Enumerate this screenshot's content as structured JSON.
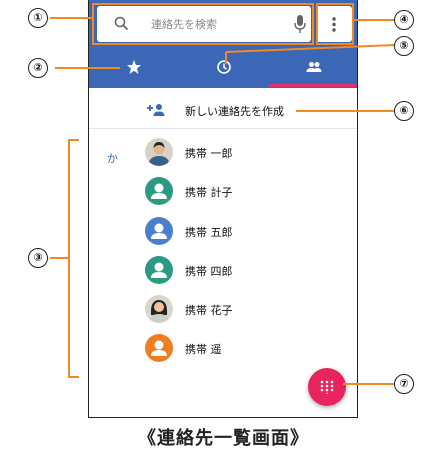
{
  "search": {
    "placeholder": "連絡先を検索"
  },
  "new_contact": {
    "label": "新しい連絡先を作成"
  },
  "section_letter": "か",
  "contacts": [
    {
      "name": "携帯 一郎",
      "avatar_type": "photo-man"
    },
    {
      "name": "携帯 計子",
      "avatar_type": "default",
      "color": "#2b9a83"
    },
    {
      "name": "携帯 五郎",
      "avatar_type": "default",
      "color": "#4a7fcc"
    },
    {
      "name": "携帯 四郎",
      "avatar_type": "default",
      "color": "#2b9a83"
    },
    {
      "name": "携帯 花子",
      "avatar_type": "photo-woman"
    },
    {
      "name": "携帯 遥",
      "avatar_type": "default",
      "color": "#ef7d22"
    }
  ],
  "callouts": [
    "①",
    "②",
    "③",
    "④",
    "⑤",
    "⑥",
    "⑦"
  ],
  "caption": "《連絡先一覧画面》",
  "colors": {
    "header": "#3b67b6",
    "tab_indicator": "#e0306a",
    "fab": "#e8245e",
    "annotation": "#f08a24"
  },
  "icons": [
    "search-icon",
    "mic-icon",
    "more-vert-icon",
    "star-icon",
    "clock-icon",
    "people-icon",
    "person-add-icon",
    "dialpad-icon"
  ]
}
